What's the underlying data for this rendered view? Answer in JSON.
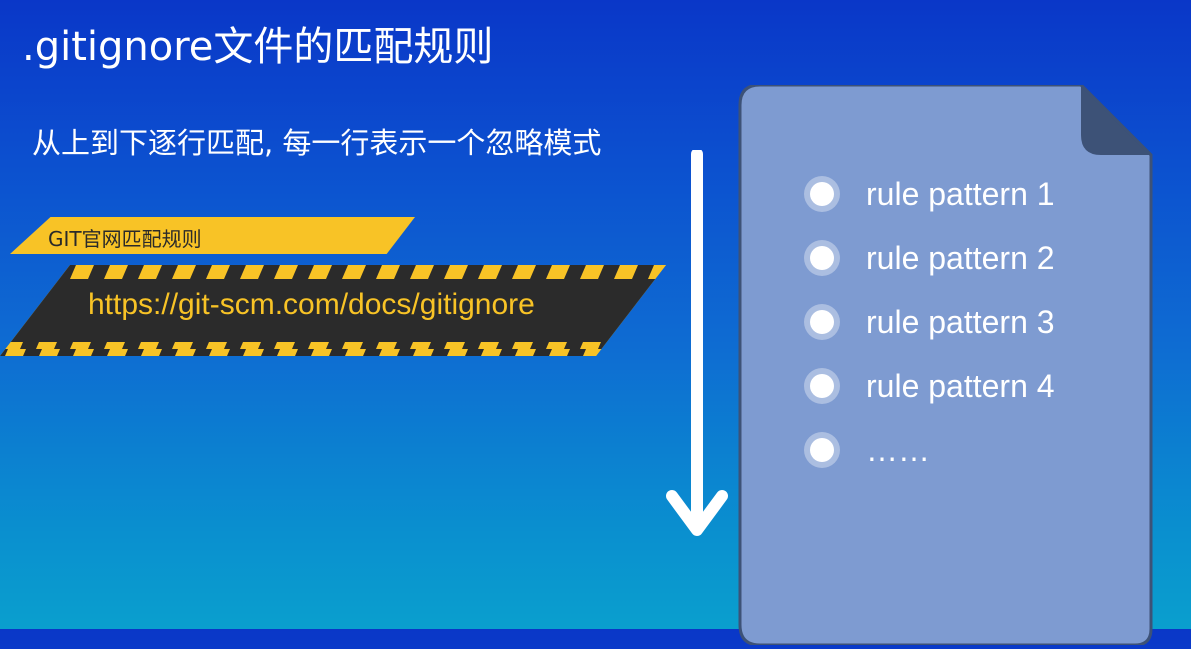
{
  "slide": {
    "title": ".gitignore文件的匹配规则",
    "subtitle": "从上到下逐行匹配, 每一行表示一个忽略模式",
    "ribbon_label": "GIT官网匹配规则",
    "url": "https://git-scm.com/docs/gitignore"
  },
  "document": {
    "rules": [
      "rule pattern 1",
      "rule pattern 2",
      "rule pattern 3",
      "rule pattern 4",
      "……"
    ]
  },
  "icons": {
    "arrow": "down-arrow-icon",
    "document": "document-icon",
    "bullet": "circle-bullet-icon"
  },
  "colors": {
    "background_top": "#0a37c8",
    "background_bottom": "#0a9fce",
    "accent_yellow": "#f8c326",
    "hazard_dark": "#2b2b2b",
    "document_fill": "#7e9bd1",
    "document_fold": "#3d5277"
  }
}
